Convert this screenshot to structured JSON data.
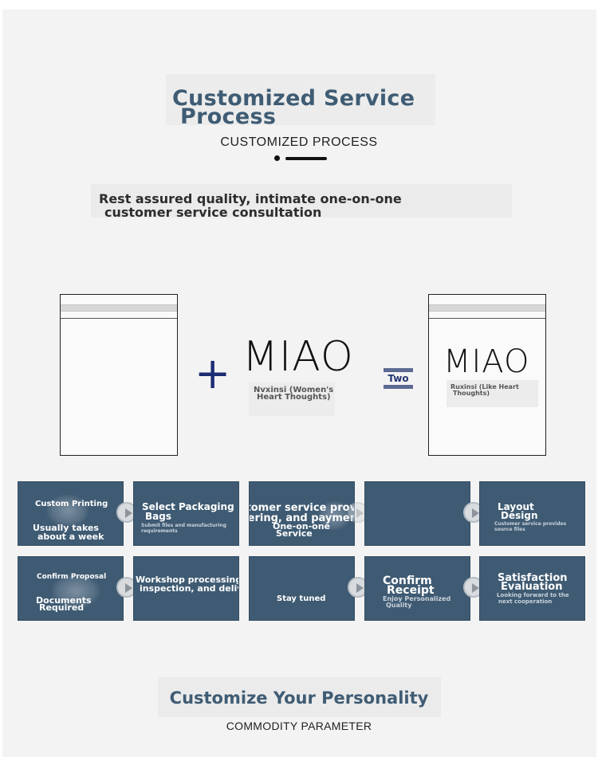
{
  "header": {
    "title_line1": "Customized Service",
    "title_line2": "Process",
    "subtitle": "CUSTOMIZED PROCESS"
  },
  "tagline": {
    "line1": "Rest assured quality, intimate one-on-one",
    "line2": "customer service consultation"
  },
  "formula": {
    "plus_symbol": "+",
    "logo_text": "MIAO",
    "logo_caption_line1": "Nvxinsi (Women's",
    "logo_caption_line2": "Heart Thoughts)",
    "equals_label": "Two",
    "result_logo_text": "MIAO",
    "result_caption_line1": "Ruxinsi (Like Heart",
    "result_caption_line2": "Thoughts)"
  },
  "steps_row1": [
    {
      "title": "Custom Printing",
      "sub1": "Usually takes",
      "sub2": "about a week"
    },
    {
      "title": "Select Packaging",
      "title2": "Bags",
      "small": "Submit files and manufacturing requirements"
    },
    {
      "title": "Customer service provides quotation,",
      "title2": "ordering, and payment",
      "sub1": "One-on-one",
      "sub2": "Service"
    },
    {},
    {
      "title": "Layout",
      "title2": "Design",
      "small1": "Customer service provides",
      "small2": "source files"
    }
  ],
  "steps_row2": [
    {
      "title": "Confirm Proposal",
      "sub1": "Documents",
      "sub2": "Required"
    },
    {
      "title": "Workshop processing, production, warehouse",
      "title2": "inspection, and delivery"
    },
    {
      "sub1": "Stay tuned"
    },
    {
      "title": "Confirm",
      "title2": "Receipt",
      "small1": "Enjoy Personalized",
      "small2": "Quality"
    },
    {
      "title": "Satisfaction",
      "title2": "Evaluation",
      "small1": "Looking forward to the",
      "small2": "next cooperation"
    }
  ],
  "footer": {
    "title": "Customize Your Personality",
    "subtitle": "COMMODITY PARAMETER"
  },
  "colors": {
    "accent": "#3f5c74",
    "card": "#3f5b73",
    "plus": "#1c2c73"
  }
}
